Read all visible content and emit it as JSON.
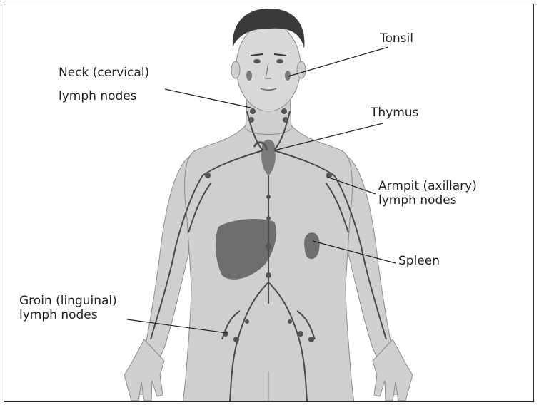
{
  "labels": {
    "tonsil": "Tonsil",
    "neck_line1": "Neck (cervical)",
    "neck_line2": "lymph nodes",
    "thymus": "Thymus",
    "armpit_line1": "Armpit (axillary)",
    "armpit_line2": "lymph nodes",
    "spleen": "Spleen",
    "groin_line1": "Groin (linguinal)",
    "groin_line2": "lymph nodes"
  },
  "colors": {
    "skin": "#cfcfcf",
    "skin_edge": "#8c8c8c",
    "hair": "#3a3a3a",
    "vessel": "#4a4a4a",
    "organ": "#7a7a7a",
    "liver": "#6e6e6e",
    "leader_line": "#1f1f1f"
  }
}
